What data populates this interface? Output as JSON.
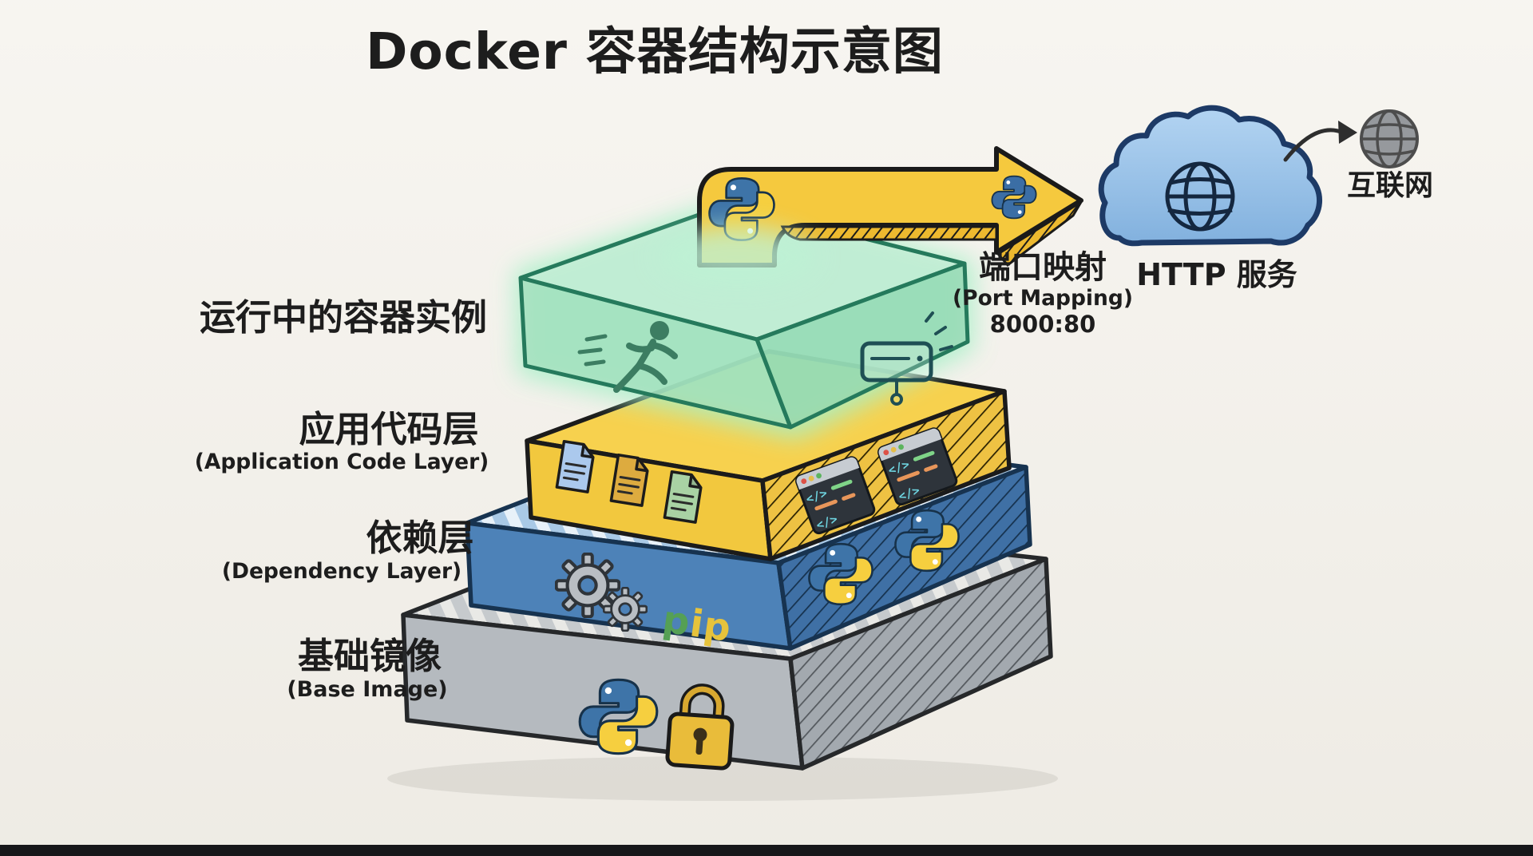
{
  "title": "Docker 容器结构示意图",
  "layers": [
    {
      "zh": "运行中的容器实例"
    },
    {
      "zh": "应用代码层",
      "en": "(Application Code Layer)"
    },
    {
      "zh": "依赖层",
      "en": "(Dependency Layer)"
    },
    {
      "zh": "基础镜像",
      "en": "(Base Image)"
    }
  ],
  "port_mapping": {
    "zh": "端口映射",
    "en": "(Port Mapping)",
    "ports": "8000:80"
  },
  "http_service": {
    "label": "HTTP 服务"
  },
  "internet": {
    "label": "互联网"
  },
  "pip_logo": {
    "first_letter": "p",
    "rest": "ip"
  },
  "code_glyph": "</>",
  "icons": {
    "running_person": "running-person-icon",
    "server": "server-icon",
    "document": "document-icon",
    "code_editor": "code-editor-icon",
    "gear": "gear-icon",
    "python": "python-logo-icon",
    "lock": "lock-icon",
    "cloud": "cloud-icon",
    "globe": "globe-icon",
    "internet_globe": "internet-globe-icon",
    "port_arrow": "port-mapping-arrow"
  },
  "colors": {
    "background": "#f3f0e9",
    "container_green": "#8ed2ae",
    "code_layer_yellow": "#f2c83e",
    "dependency_blue": "#4d82b8",
    "base_gray": "#b5babf",
    "arrow_yellow": "#f5c93e",
    "cloud_blue": "#8ab6e4",
    "python_blue": "#3e74a8",
    "python_yellow": "#f6cf3f",
    "text": "#1d1d1d"
  }
}
